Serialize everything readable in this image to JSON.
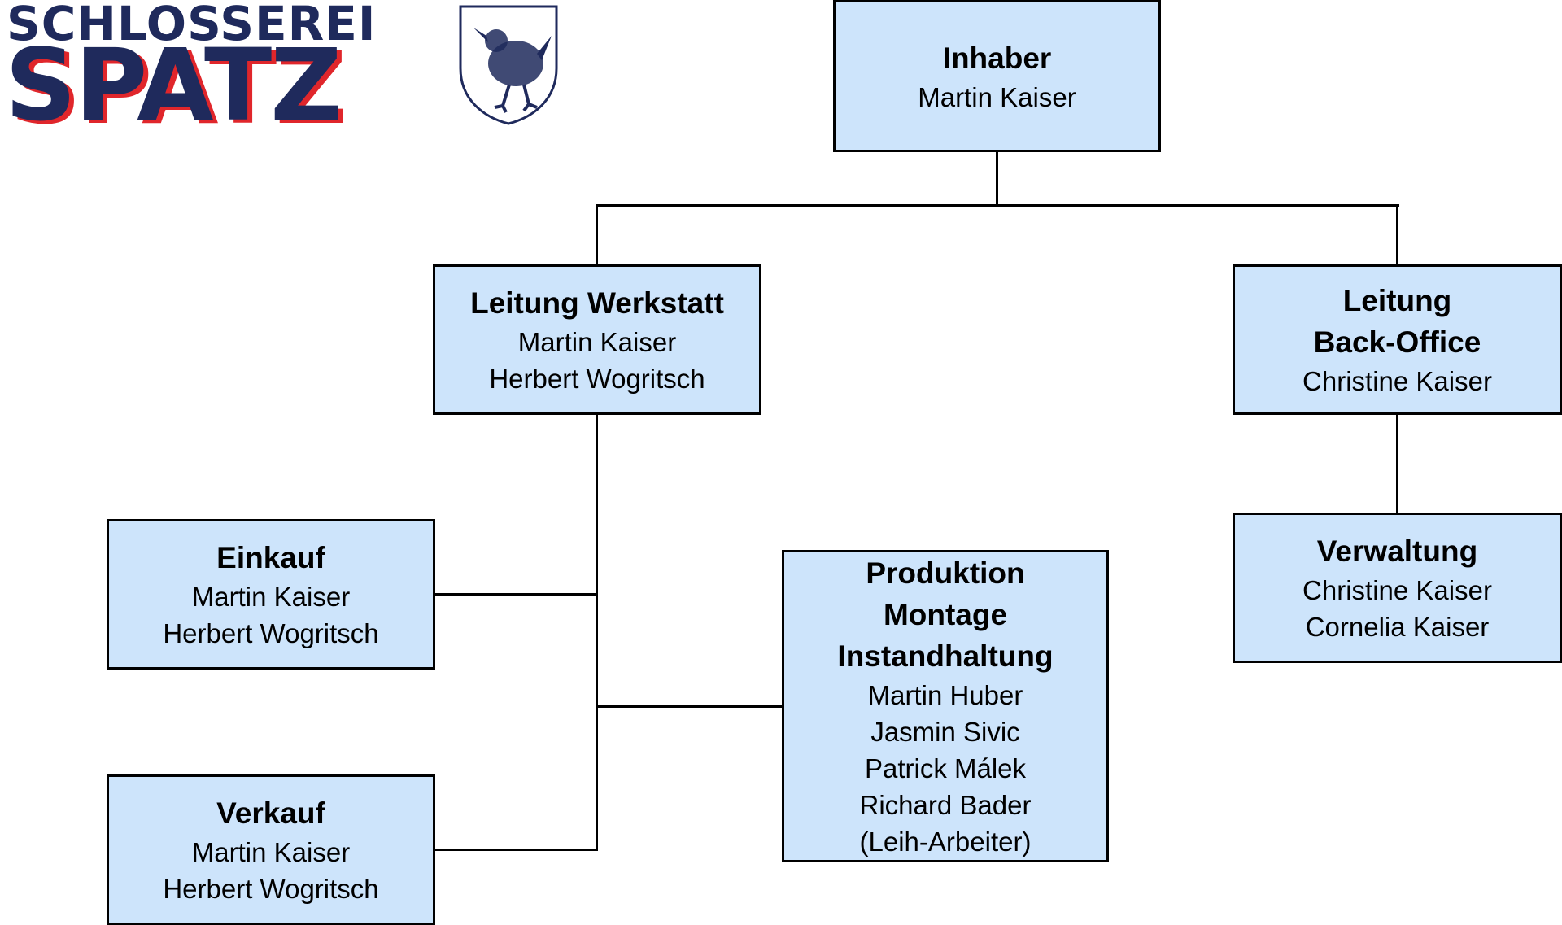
{
  "logo": {
    "line1": "SCHLOSSEREI",
    "line2": "SPATZ",
    "crest_icon": "bird-crest-icon",
    "colors": {
      "navy": "#1f2a5c",
      "red": "#e0262b"
    }
  },
  "colors": {
    "box_fill": "#cde4fb",
    "border": "#000000"
  },
  "nodes": {
    "inhaber": {
      "title_lines": [
        "Inhaber"
      ],
      "people": [
        "Martin Kaiser"
      ]
    },
    "werkstatt": {
      "title_lines": [
        "Leitung Werkstatt"
      ],
      "people": [
        "Martin Kaiser",
        "Herbert Wogritsch"
      ]
    },
    "backoffice": {
      "title_lines": [
        "Leitung",
        "Back-Office"
      ],
      "people": [
        "Christine Kaiser"
      ]
    },
    "einkauf": {
      "title_lines": [
        "Einkauf"
      ],
      "people": [
        "Martin Kaiser",
        "Herbert Wogritsch"
      ]
    },
    "verkauf": {
      "title_lines": [
        "Verkauf"
      ],
      "people": [
        "Martin Kaiser",
        "Herbert Wogritsch"
      ]
    },
    "produktion": {
      "title_lines": [
        "Produktion",
        "Montage",
        "Instandhaltung"
      ],
      "people": [
        "Martin Huber",
        "Jasmin Sivic",
        "Patrick Málek",
        "Richard Bader",
        "(Leih-Arbeiter)"
      ]
    },
    "verwaltung": {
      "title_lines": [
        "Verwaltung"
      ],
      "people": [
        "Christine Kaiser",
        "Cornelia Kaiser"
      ]
    }
  },
  "edges": [
    [
      "inhaber",
      "werkstatt"
    ],
    [
      "inhaber",
      "backoffice"
    ],
    [
      "werkstatt",
      "einkauf"
    ],
    [
      "werkstatt",
      "produktion"
    ],
    [
      "werkstatt",
      "verkauf"
    ],
    [
      "backoffice",
      "verwaltung"
    ]
  ]
}
